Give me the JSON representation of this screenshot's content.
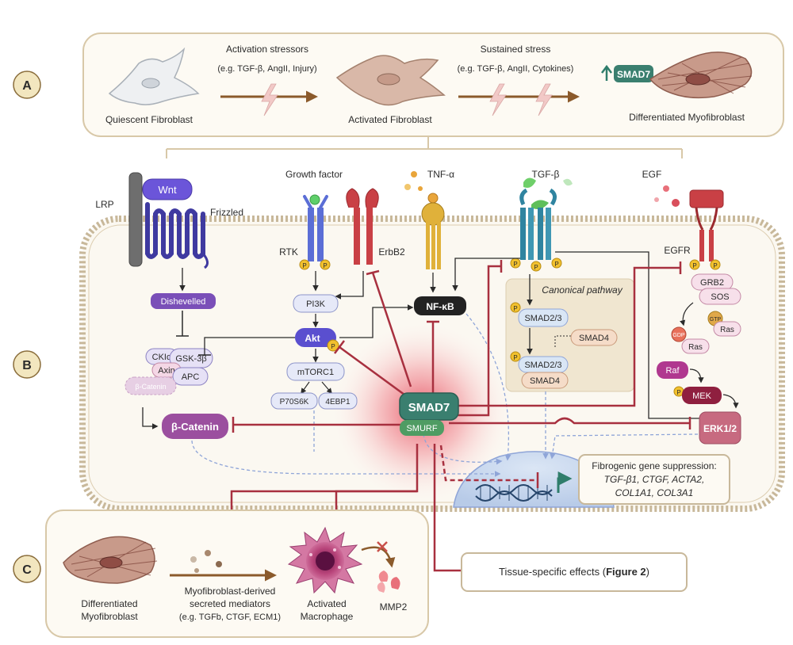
{
  "panels": {
    "a": {
      "letter": "A",
      "activation_stressors": "Activation stressors",
      "activation_examples": "(e.g. TGF-β, AngII, Injury)",
      "sustained_stress": "Sustained stress",
      "sustained_examples": "(e.g. TGF-β, AngII, Cytokines)",
      "quiescent": "Quiescent Fibroblast",
      "activated": "Activated Fibroblast",
      "differentiated": "Differentiated Myofibroblast",
      "smad7_badge": "SMAD7"
    },
    "b": {
      "letter": "B",
      "ligands": {
        "growth_factor": "Growth factor",
        "tnf": "TNF-α",
        "tgf": "TGF-β",
        "egf": "EGF",
        "wnt": "Wnt"
      },
      "receptors": {
        "lrp": "LRP",
        "frizzled": "Frizzled",
        "rtk": "RTK",
        "erbb2": "ErbB2",
        "egfr": "EGFR",
        "phospho": "P"
      },
      "nodes": {
        "dishevelled": "Dishevelled",
        "ck1a": "CKIα",
        "gsk3b": "GSK-3β",
        "axin": "Axin",
        "apc": "APC",
        "bcat_small": "β-Catenin",
        "bcat": "β-Catenin",
        "pi3k": "PI3K",
        "akt": "Akt",
        "mtorc1": "mTORC1",
        "p70s6k": "P70S6K",
        "4ebp1": "4EBP1",
        "nfkb": "NF-κB",
        "canonical": "Canonical pathway",
        "smad23": "SMAD2/3",
        "smad4": "SMAD4",
        "grb2": "GRB2",
        "sos": "SOS",
        "gtp": "GTP",
        "gdp": "GDP",
        "ras": "Ras",
        "raf": "Raf",
        "mek": "MEK",
        "erk": "ERK1/2",
        "smad7": "SMAD7",
        "smurf": "SMURF"
      },
      "gene_box": {
        "title": "Fibrogenic gene suppression:",
        "line1": "TGF-β1, CTGF, ACTA2,",
        "line2": "COL1A1, COL3A1"
      }
    },
    "c": {
      "letter": "C",
      "differentiated_l1": "Differentiated",
      "differentiated_l2": "Myofibroblast",
      "mediators_l1": "Myofibroblast-derived",
      "mediators_l2": "secreted mediators",
      "mediators_l3": "(e.g. TGFb, CTGF, ECM1)",
      "macrophage_l1": "Activated",
      "macrophage_l2": "Macrophage",
      "mmp2": "MMP2",
      "tissue_prefix": "Tissue-specific effects (",
      "tissue_bold": "Figure 2",
      "tissue_suffix": ")"
    }
  },
  "colors": {
    "inhibit": "#a8303f",
    "panel_border": "#d8c8a8",
    "panel_fill": "#fdfaf3",
    "membrane": "#c8b89a",
    "dashed_blue": "#8fa5d8",
    "smad7": "#3a7f6f",
    "smurf": "#4f9c63",
    "akt": "#5a4fcf",
    "purple_node": "#7a4fb8",
    "bcat": "#9b4f9f",
    "raf": "#b0388f",
    "mek": "#8f1f3f",
    "erk": "#c76a80"
  }
}
